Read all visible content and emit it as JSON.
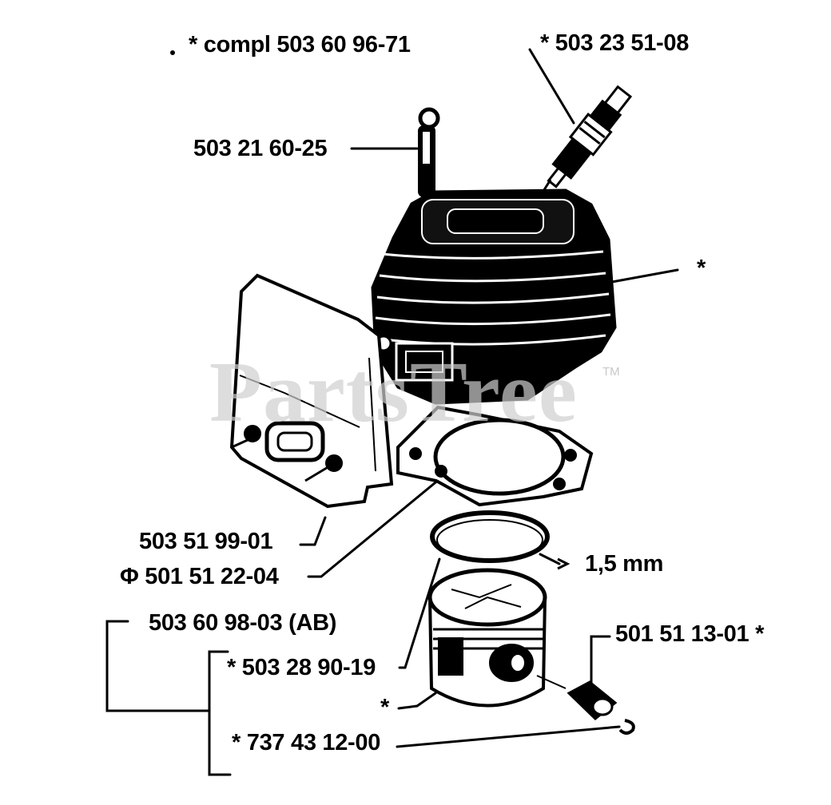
{
  "labels": {
    "compl": "* compl 503 60 96-71",
    "spark_plug": "* 503 23 51-08",
    "bolt": "503 21 60-25",
    "cylinder": "*",
    "muffler_gasket": "503 51 99-01",
    "cylinder_gasket": "Φ 501 51 22-04",
    "ring_size": "1,5 mm",
    "piston_kit": "503 60 98-03 (AB)",
    "piston_ring": "* 503 28 90-19",
    "piston": "*",
    "piston_pin": "501 51 13-01  *",
    "circlip": "* 737 43 12-00"
  },
  "watermark": {
    "text": "PartsTree",
    "trademark": "TM"
  }
}
